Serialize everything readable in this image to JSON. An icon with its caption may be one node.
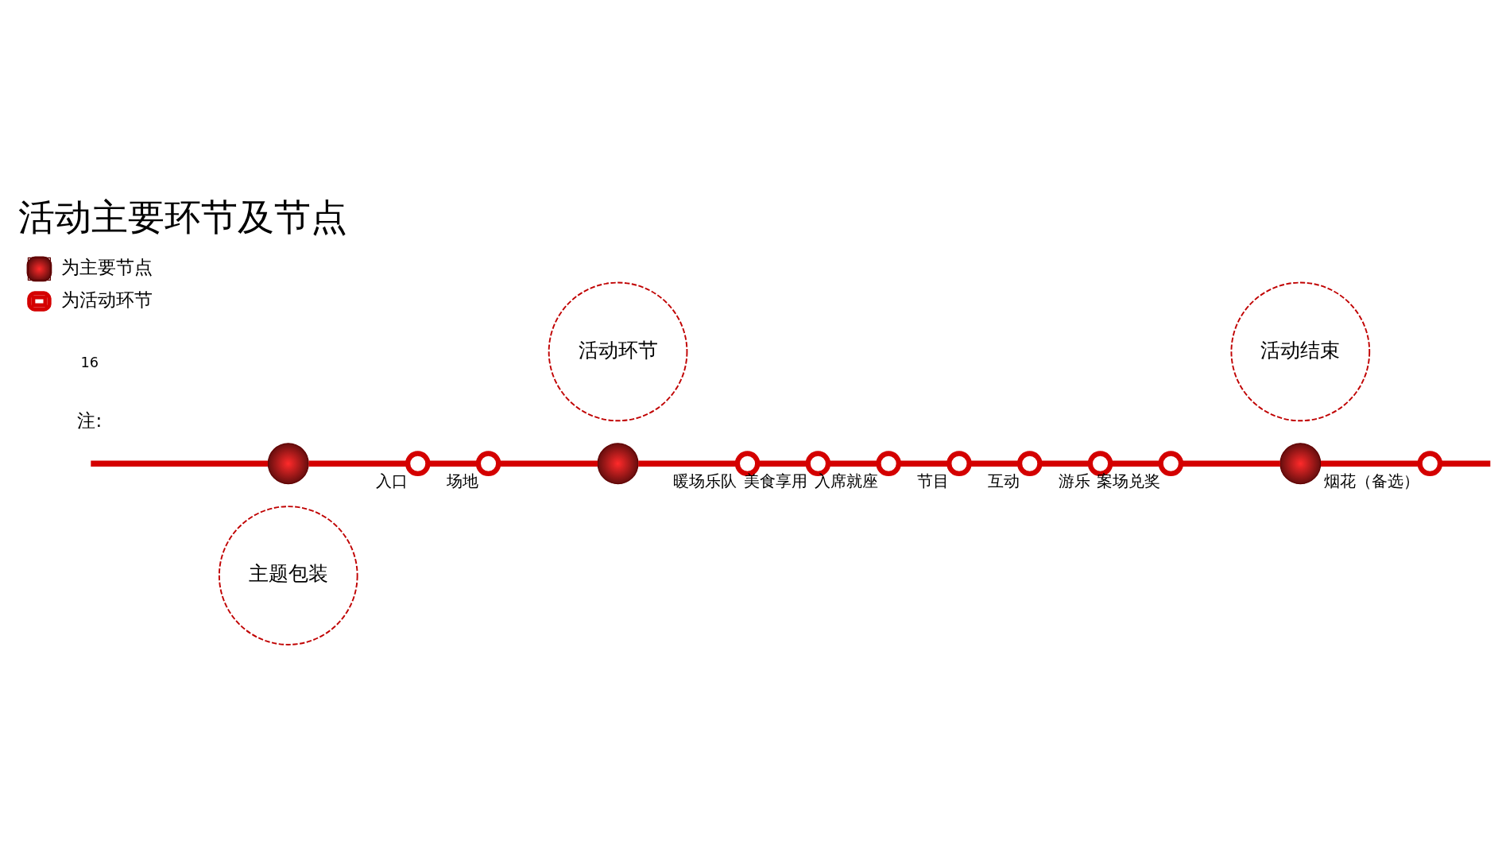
{
  "diagram": {
    "title": "活动主要环节及节点",
    "nodes": [
      {
        "text": [
          "主题包装"
        ]
      },
      {
        "text": [],
        "shape": "circle"
      },
      {
        "text": [],
        "shape": "circle",
        "beside": [
          "入口"
        ]
      },
      {
        "text": [],
        "shape": "circle",
        "beside": [
          "场地"
        ]
      },
      {
        "text": [],
        "shape": "circle"
      },
      {
        "text": [
          "活动环节"
        ]
      },
      {
        "text": [],
        "shape": "circle",
        "beside": [
          "暖场乐队"
        ]
      },
      {
        "text": [],
        "shape": "circle",
        "beside": [
          "美食享用"
        ]
      },
      {
        "text": [],
        "shape": "circle",
        "beside": [
          "入席就座"
        ]
      },
      {
        "text": [],
        "shape": "circle",
        "beside": [
          "节目"
        ]
      },
      {
        "text": [],
        "shape": "circle",
        "beside": [
          "互动"
        ]
      },
      {
        "text": [],
        "shape": "circle",
        "beside": [
          "游乐"
        ]
      },
      {
        "text": [],
        "shape": "circle",
        "beside": [
          "案场兑奖"
        ]
      },
      {
        "text": [],
        "shape": "circle"
      },
      {
        "text": [
          "活动结束"
        ]
      },
      {
        "text": [],
        "shape": "circle",
        "beside": [
          "烟花（备选）"
        ]
      }
    ],
    "edges": [
      {
        "from": null,
        "to": 1,
        "arrow": "none"
      },
      {
        "from": 1,
        "to": 2,
        "arrow": "none"
      },
      {
        "from": 2,
        "to": 3,
        "arrow": "none"
      },
      {
        "from": 3,
        "to": 4,
        "arrow": "none"
      },
      {
        "from": 4,
        "to": 6,
        "arrow": "none"
      },
      {
        "from": 6,
        "to": 7,
        "arrow": "none"
      },
      {
        "from": 7,
        "to": 8,
        "arrow": "none"
      },
      {
        "from": 8,
        "to": 9,
        "arrow": "none"
      },
      {
        "from": 9,
        "to": 10,
        "arrow": "none"
      },
      {
        "from": 10,
        "to": 11,
        "arrow": "none"
      },
      {
        "from": 11,
        "to": 12,
        "arrow": "none"
      },
      {
        "from": 12,
        "to": 13,
        "arrow": "none"
      },
      {
        "from": 13,
        "to": 15,
        "arrow": "none"
      },
      {
        "from": 15,
        "to": null,
        "arrow": "none"
      }
    ],
    "labels": [
      "注:",
      "16"
    ],
    "legend": [
      {
        "text": "为主要节点"
      },
      {
        "text": "为活动环节"
      }
    ]
  }
}
